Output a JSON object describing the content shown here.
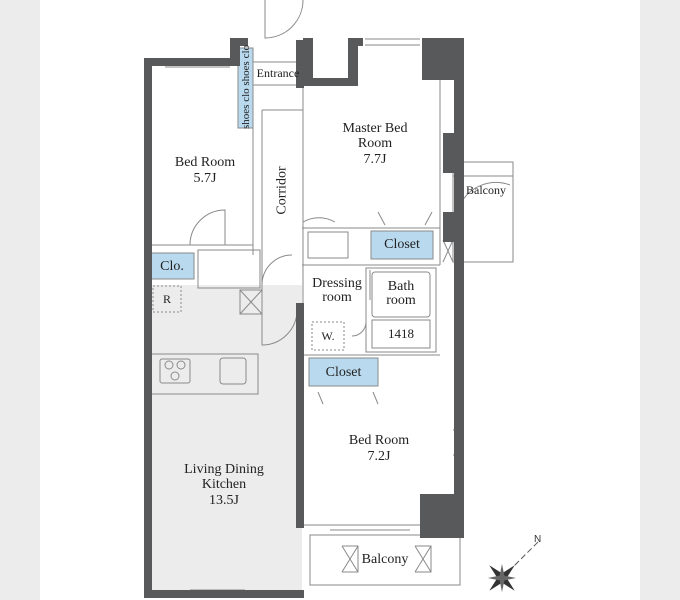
{
  "colors": {
    "wall": "#58595b",
    "line": "#8a8a8a",
    "closet_fill": "#b9d9ee",
    "kitchen_floor": "#ececec",
    "page_bg": "#ececec"
  },
  "rooms": {
    "entrance": "Entrance",
    "shoes_closet": "shoes clo shoes clo",
    "corridor": "Corridor",
    "bed_room_1": {
      "name": "Bed Room",
      "size": "5.7J"
    },
    "master_bed": {
      "name_line1": "Master Bed",
      "name_line2": "Room",
      "size": "7.7J"
    },
    "balcony_side": "Balcony",
    "closet_upper": "Closet",
    "closet_lower": "Closet",
    "clo": "Clo.",
    "refrigerator": "R",
    "dressing": {
      "line1": "Dressing",
      "line2": "room"
    },
    "washer": "W.",
    "bath": {
      "line1": "Bath",
      "line2": "room",
      "unit_size": "1418"
    },
    "bed_room_2": {
      "name": "Bed Room",
      "size": "7.2J"
    },
    "ldk": {
      "line1": "Living Dining",
      "line2": "Kitchen",
      "size": "13.5J"
    },
    "balcony_bottom": "Balcony"
  },
  "compass": {
    "north_label": "N"
  }
}
